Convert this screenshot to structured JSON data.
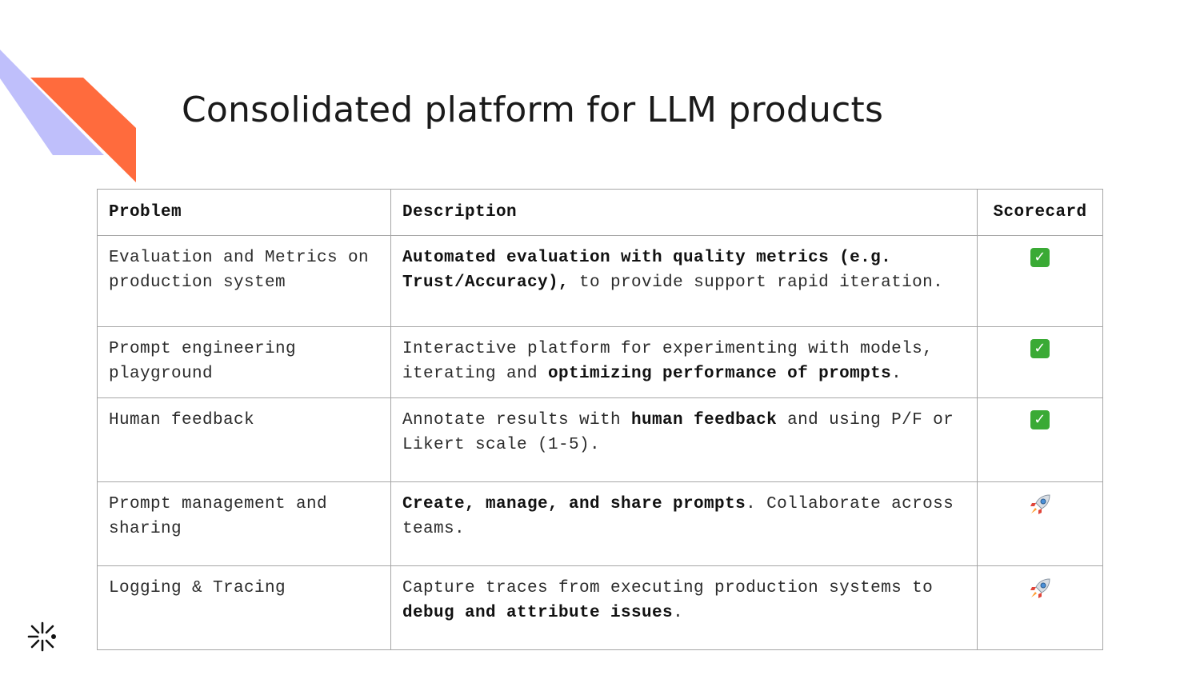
{
  "slide": {
    "title": "Consolidated platform for LLM products"
  },
  "colors": {
    "accent_orange": "#ff6b3d",
    "accent_lavender": "#bfbffb",
    "check_green": "#3aaa35"
  },
  "table": {
    "headers": [
      "Problem",
      "Description",
      "Scorecard"
    ],
    "rows": [
      {
        "problem": "Evaluation and Metrics on production system",
        "desc_bold": "Automated evaluation with quality metrics (e.g. Trust/Accuracy),",
        "desc_text": " to provide support rapid iteration.",
        "score_icon": "check-icon"
      },
      {
        "problem": "Prompt engineering playground",
        "desc_text": "Interactive platform for experimenting with models, iterating and ",
        "desc_bold": "optimizing performance of prompts",
        "desc_tail": ".",
        "score_icon": "check-icon"
      },
      {
        "problem": "Human feedback",
        "desc_text": "Annotate results with ",
        "desc_bold": "human feedback",
        "desc_tail": " and using P/F or Likert scale (1-5).",
        "score_icon": "check-icon"
      },
      {
        "problem": "Prompt management and sharing",
        "desc_bold": "Create, manage, and share prompts",
        "desc_text": ". Collaborate across teams.",
        "score_icon": "rocket-icon"
      },
      {
        "problem": "Logging & Tracing",
        "desc_text": "Capture traces from executing production systems to ",
        "desc_bold": "debug and attribute issues",
        "desc_tail": ".",
        "score_icon": "rocket-icon"
      }
    ]
  }
}
